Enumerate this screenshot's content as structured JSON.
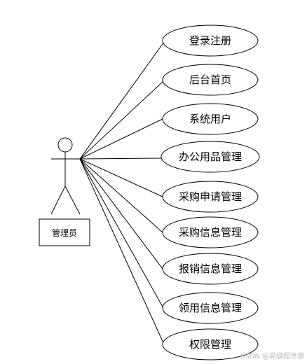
{
  "actor": {
    "label": "管理员"
  },
  "use_cases": [
    {
      "label": "登录注册"
    },
    {
      "label": "后台首页"
    },
    {
      "label": "系统用户"
    },
    {
      "label": "办公用品管理"
    },
    {
      "label": "采购申请管理"
    },
    {
      "label": "采购信息管理"
    },
    {
      "label": "报销信息管理"
    },
    {
      "label": "领用信息管理"
    },
    {
      "label": "权限管理"
    }
  ],
  "watermark": "CSDN @高级程序源"
}
